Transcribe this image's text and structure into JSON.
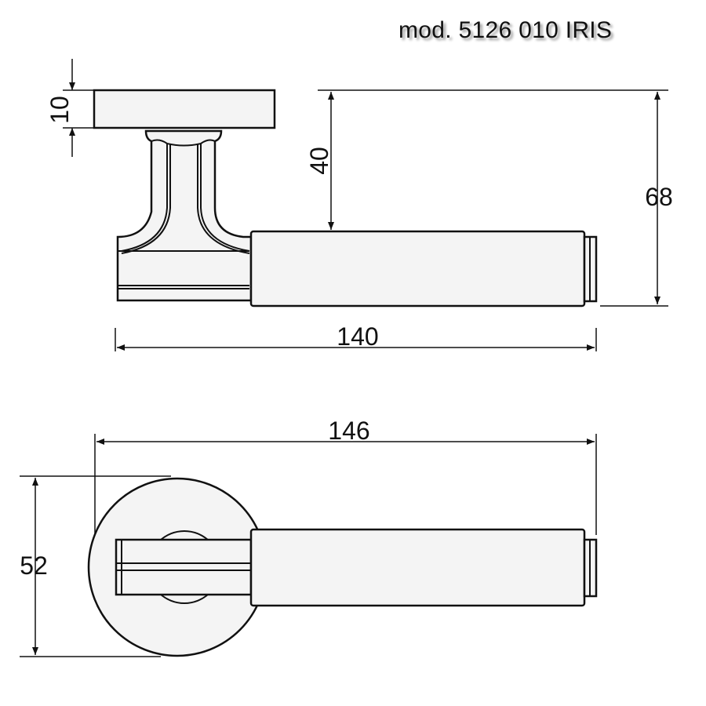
{
  "title": "mod. 5126 010 IRIS",
  "dimensions": {
    "rose_thickness": "10",
    "lever_offset": "40",
    "total_depth": "68",
    "lever_length": "140",
    "total_length": "146",
    "rose_diameter": "52"
  },
  "colors": {
    "line": "#111111",
    "fill": "#f4f4f4"
  }
}
